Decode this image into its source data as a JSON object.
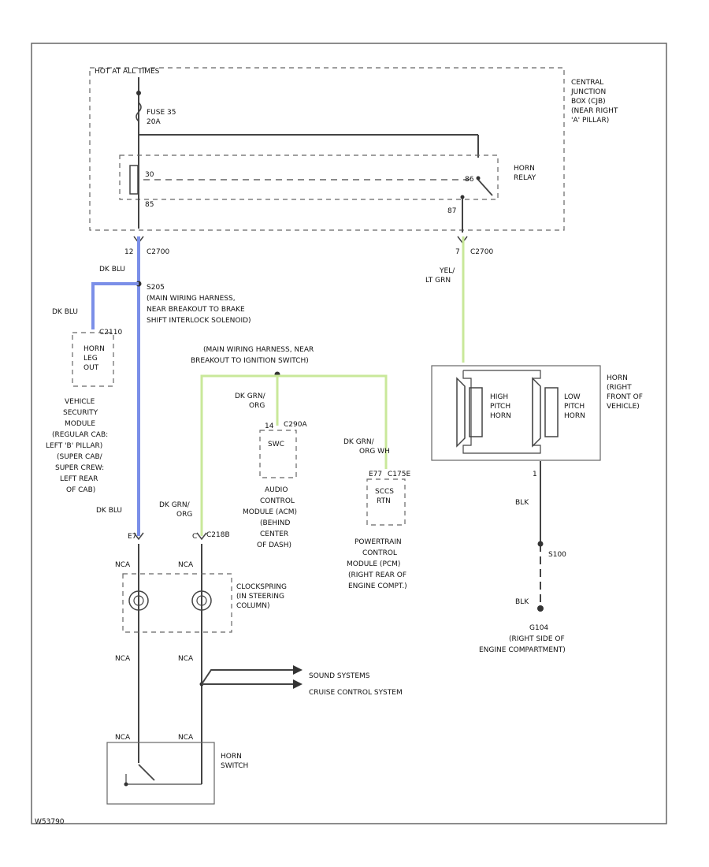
{
  "diagram": {
    "hot_label": "HOT AT ALL TIMES",
    "cjb_label": [
      "CENTRAL",
      "JUNCTION",
      "BOX (CJB)",
      "(NEAR RIGHT",
      "'A' PILLAR)"
    ],
    "fuse_label": [
      "FUSE 35",
      "20A"
    ],
    "relay_pins": {
      "p30": "30",
      "p85": "85",
      "p87": "87",
      "p86": "86"
    },
    "horn_relay_label": [
      "HORN",
      "RELAY"
    ],
    "c2700_left": {
      "pin": "12",
      "name": "C2700"
    },
    "c2700_right": {
      "pin": "7",
      "name": "C2700"
    },
    "wire_dk_blu": "DK BLU",
    "wire_yel_lt_grn": [
      "YEL/",
      "LT GRN"
    ],
    "splice_s205": "S205",
    "s205_desc": [
      "(MAIN WIRING HARNESS,",
      "NEAR BREAKOUT TO BRAKE",
      "SHIFT INTERLOCK SOLENOID)"
    ],
    "vsm_connector": "C2110",
    "vsm_box": [
      "HORN",
      "LEG",
      "OUT"
    ],
    "vsm_label": [
      "VEHICLE",
      "SECURITY",
      "MODULE",
      "(REGULAR CAB:",
      "LEFT 'B' PILLAR)",
      "(SUPER CAB/",
      "SUPER CREW:",
      "LEFT REAR",
      "OF CAB)"
    ],
    "s_green_desc": [
      "(MAIN WIRING HARNESS, NEAR",
      "BREAKOUT TO IGNITION SWITCH)"
    ],
    "wire_dk_grn_org": [
      "DK GRN/",
      "ORG"
    ],
    "acm_connector": {
      "pin": "14",
      "name": "C290A"
    },
    "acm_box": "SWC",
    "acm_label": [
      "AUDIO",
      "CONTROL",
      "MODULE (ACM)",
      "(BEHIND",
      "CENTER",
      "OF DASH)"
    ],
    "pcm_connector": {
      "pin": "E77",
      "name": "C175E"
    },
    "wire_dk_grn_org_wh": [
      "DK GRN/",
      "ORG  WH"
    ],
    "pcm_box": [
      "SCCS",
      "RTN"
    ],
    "pcm_label": [
      "POWERTRAIN",
      "CONTROL",
      "MODULE (PCM)",
      "(RIGHT REAR OF",
      "ENGINE COMPT.)"
    ],
    "horn_label": [
      "HORN",
      "(RIGHT",
      "FRONT OF",
      "VEHICLE)"
    ],
    "high_horn": [
      "HIGH",
      "PITCH",
      "HORN"
    ],
    "low_horn": [
      "LOW",
      "PITCH",
      "HORN"
    ],
    "horn_pin": "1",
    "wire_blk": "BLK",
    "splice_s100": "S100",
    "ground_g104": "G104",
    "g104_desc": [
      "(RIGHT SIDE OF",
      "ENGINE COMPARTMENT)"
    ],
    "c218_left": "E7",
    "c218_right": {
      "pin": "C",
      "name": "C218B"
    },
    "wire_nca": "NCA",
    "clockspring_label": [
      "CLOCKSPRING",
      "(IN STEERING",
      "COLUMN)"
    ],
    "sound_systems": "SOUND SYSTEMS",
    "cruise_control": "CRUISE CONTROL SYSTEM",
    "horn_switch_label": [
      "HORN",
      "SWITCH"
    ],
    "figure_id": "W53790"
  }
}
